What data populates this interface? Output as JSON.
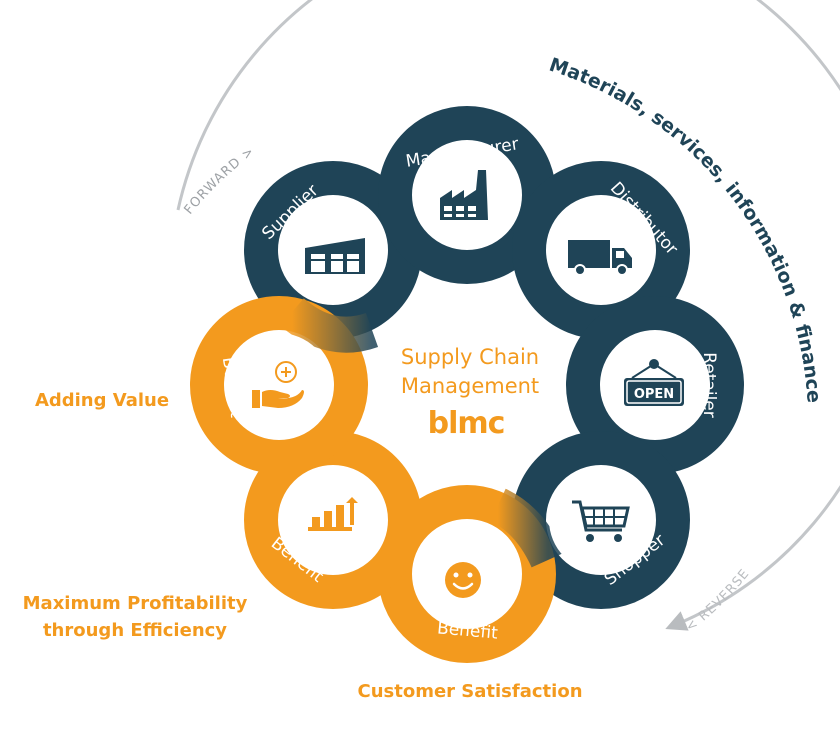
{
  "center": {
    "title_line1": "Supply Chain",
    "title_line2": "Management",
    "logo": "blmc"
  },
  "arc": {
    "forward": "FORWARD >",
    "reverse": "< REVERSE",
    "flow": "Materials, services, information & finance"
  },
  "nodes": [
    {
      "label": "Supplier",
      "icon": "warehouse-icon"
    },
    {
      "label": "Manufacturer",
      "icon": "factory-icon"
    },
    {
      "label": "Distributor",
      "icon": "truck-icon"
    },
    {
      "label": "Retailer",
      "icon": "open-sign-icon"
    },
    {
      "label": "Shopper",
      "icon": "shopping-cart-icon"
    },
    {
      "label": "Benefit",
      "icon": "smiley-icon"
    },
    {
      "label": "Benefit",
      "icon": "growth-chart-icon"
    },
    {
      "label": "Benefit",
      "icon": "hand-plus-icon"
    }
  ],
  "outcomes": {
    "adding_value": "Adding Value",
    "profitability_line1": "Maximum Profitability",
    "profitability_line2": "through Efficiency",
    "customer_satisfaction": "Customer Satisfaction"
  },
  "colors": {
    "navy": "#1f4457",
    "orange": "#f39a1e",
    "arc_gray": "#b9bcbf"
  }
}
